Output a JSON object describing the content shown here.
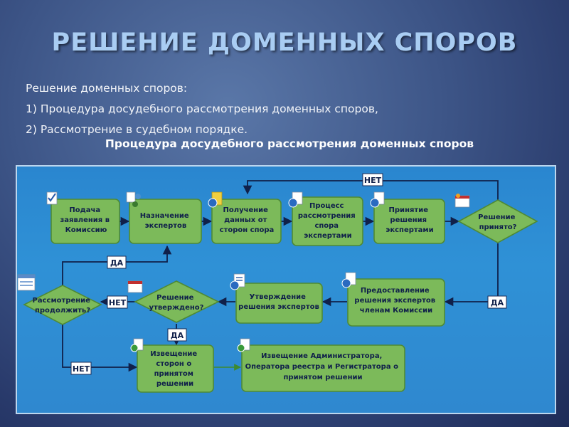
{
  "slide": {
    "title": "РЕШЕНИЕ ДОМЕННЫХ СПОРОВ",
    "bullets": [
      "Решение доменных споров:",
      "1) Процедура досудебного рассмотрения доменных споров,",
      "2) Рассмотрение в судебном порядке."
    ],
    "subtitle": "Процедура досудебного рассмотрения доменных споров"
  },
  "flow": {
    "nodes": [
      {
        "id": "submit",
        "kind": "process",
        "lines": [
          "Подача",
          "заявления в",
          "Комиссию"
        ],
        "icon": "document-check-icon"
      },
      {
        "id": "assign",
        "kind": "process",
        "lines": [
          "Назначение",
          "экспертов"
        ],
        "icon": "people-icon"
      },
      {
        "id": "receive",
        "kind": "process",
        "lines": [
          "Получение",
          "данных от",
          "сторон спора"
        ],
        "icon": "folder-globe-icon"
      },
      {
        "id": "review",
        "kind": "process",
        "lines": [
          "Процесс",
          "рассмотрения",
          "спора",
          "экспертами"
        ],
        "icon": "document-gear-icon"
      },
      {
        "id": "adopt",
        "kind": "process",
        "lines": [
          "Принятие",
          "решения",
          "экспертами"
        ],
        "icon": "document-globe-icon"
      },
      {
        "id": "accepted",
        "kind": "decision",
        "lines": [
          "Решение",
          "принято?"
        ],
        "icon": "calendar-star-icon"
      },
      {
        "id": "provide",
        "kind": "process",
        "lines": [
          "Предоставление",
          "решения экспертов",
          "членам Комиссии"
        ],
        "icon": "document-globe-icon"
      },
      {
        "id": "approve",
        "kind": "process",
        "lines": [
          "Утверждение",
          "решения экспертов"
        ],
        "icon": "checklist-globe-icon"
      },
      {
        "id": "approved",
        "kind": "decision",
        "lines": [
          "Решение",
          "утверждено?"
        ],
        "icon": "calendar-icon"
      },
      {
        "id": "continue",
        "kind": "decision",
        "lines": [
          "Рассмотрение",
          "продолжить?"
        ],
        "icon": "table-icon"
      },
      {
        "id": "notify_parties",
        "kind": "process",
        "lines": [
          "Извещение",
          "сторон о",
          "принятом",
          "решении"
        ],
        "icon": "document-check-icon"
      },
      {
        "id": "notify_admin",
        "kind": "process",
        "lines": [
          "Извещение Администратора,",
          "Оператора реестра и Регистратора о",
          "принятом решении"
        ],
        "icon": "document-check-icon"
      }
    ],
    "labels": {
      "no_top": "НЕТ",
      "yes_right": "ДА",
      "yes_continue": "ДА",
      "no_approved": "НЕТ",
      "yes_approved": "ДА",
      "no_continue": "НЕТ"
    },
    "colors": {
      "process_fill": "#7cba5a",
      "panel_blue": "#2f8ed5",
      "arrow": "#10204a"
    }
  }
}
